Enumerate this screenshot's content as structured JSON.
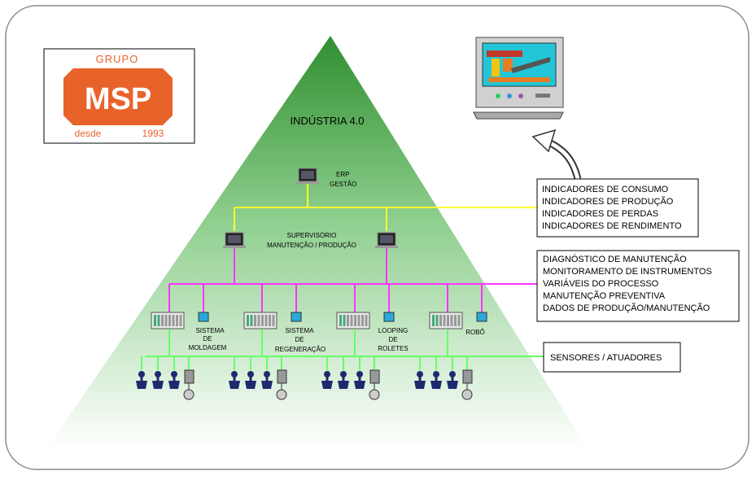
{
  "logo": {
    "group_text": "GRUPO",
    "brand_text": "MSP",
    "since_text": "desde",
    "year_text": "1993"
  },
  "pyramid": {
    "title": "INDÚSTRIA 4.0"
  },
  "levels": {
    "erp": [
      "ERP",
      "GESTÃO"
    ],
    "supervisory": [
      "SUPERVISÓRIO",
      "MANUTENÇÃO / PRODUÇÃO"
    ]
  },
  "cells": [
    {
      "lines": [
        "SISTEMA",
        "DE",
        "MOLDAGEM"
      ]
    },
    {
      "lines": [
        "SISTEMA",
        "DE",
        "REGENERAÇÃO"
      ]
    },
    {
      "lines": [
        "LOOPING",
        "DE",
        "ROLETES"
      ]
    },
    {
      "lines": [
        "ROBÔ"
      ]
    }
  ],
  "info_boxes": {
    "management": [
      "INDICADORES DE CONSUMO",
      "INDICADORES DE PRODUÇÃO",
      "INDICADORES DE PERDAS",
      "INDICADORES DE RENDIMENTO"
    ],
    "maintenance": [
      "DIAGNÓSTICO DE MANUTENÇÃO",
      "MONITORAMENTO DE INSTRUMENTOS",
      "VARIÁVEIS DO PROCESSO",
      "MANUTENÇÃO PREVENTIVA",
      "DADOS DE PRODUÇÃO/MANUTENÇÃO"
    ],
    "field": [
      "SENSORES / ATUADORES"
    ]
  },
  "colors": {
    "management_line": "#ffff33",
    "maintenance_line": "#ff33ff",
    "field_line": "#66ff66",
    "logo_orange": "#e8632a",
    "pyramid_top": "#2f8f2f"
  }
}
